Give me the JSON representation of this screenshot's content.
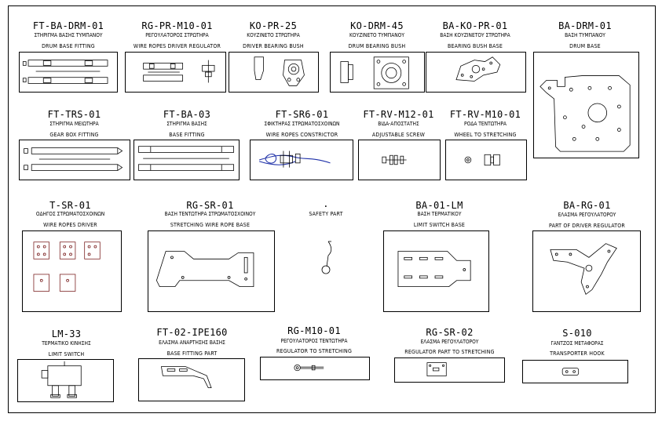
{
  "parts": [
    {
      "id": "ft-ba-drm-01",
      "code": "FT-BA-DRM-01",
      "greek": "ΣΤΗΡΙΓΜΑ ΒΑΣΗΣ ΤΥΜΠΑΝΟΥ",
      "english": "DRUM BASE FITTING",
      "icon": "drum-base-fitting-drawing"
    },
    {
      "id": "rg-pr-m10-01",
      "code": "RG-PR-M10-01",
      "greek": "ΡΕΓΟΥΛΑΤΟΡΟΣ ΣΤΡΩΤΗΡΑ",
      "english": "WIRE ROPES DRIVER REGULATOR",
      "icon": "wire-ropes-driver-regulator-drawing"
    },
    {
      "id": "ko-pr-25",
      "code": "KO-PR-25",
      "greek": "ΚΟΥΖΙΝΕΤΟ ΣΤΡΩΤΗΡΑ",
      "english": "DRIVER BEARING BUSH",
      "icon": "driver-bearing-bush-drawing"
    },
    {
      "id": "ko-drm-45",
      "code": "KO-DRM-45",
      "greek": "ΚΟΥΖΙΝΕΤΟ ΤΥΜΠΑΝΟΥ",
      "english": "DRUM BEARING BUSH",
      "icon": "drum-bearing-bush-drawing"
    },
    {
      "id": "ba-ko-pr-01",
      "code": "BA-KO-PR-01",
      "greek": "ΒΑΣΗ ΚΟΥΖΙΝΕΤΟΥ ΣΤΡΩΤΗΡΑ",
      "english": "BEARING BUSH BASE",
      "icon": "bearing-bush-base-drawing"
    },
    {
      "id": "ba-drm-01",
      "code": "BA-DRM-01",
      "greek": "ΒΑΣΗ ΤΥΜΠΑΝΟΥ",
      "english": "DRUM BASE",
      "icon": "drum-base-drawing"
    },
    {
      "id": "ft-trs-01",
      "code": "FT-TRS-01",
      "greek": "ΣΤΗΡΙΓΜΑ ΜΕΙΩΤΗΡΑ",
      "english": "GEAR BOX FITTING",
      "icon": "gear-box-fitting-drawing"
    },
    {
      "id": "ft-ba-03",
      "code": "FT-BA-03",
      "greek": "ΣΤΗΡΙΓΜΑ ΒΑΣΗΣ",
      "english": "BASE FITTING",
      "icon": "base-fitting-drawing"
    },
    {
      "id": "ft-sr6-01",
      "code": "FT-SR6-01",
      "greek": "ΣΦΙΚΤΗΡΑΣ ΣΤΡΩΜΑΤΟΣΧΟΙΝΩΝ",
      "english": "WIRE ROPES CONSTRICTOR",
      "icon": "wire-ropes-constrictor-drawing"
    },
    {
      "id": "ft-rv-m12-01",
      "code": "FT-RV-M12-01",
      "greek": "ΒΙΔΑ-ΑΠΟΣΤΑΤΗΣ",
      "english": "ADJUSTABLE SCREW",
      "icon": "adjustable-screw-drawing"
    },
    {
      "id": "ft-rv-m10-01",
      "code": "FT-RV-M10-01",
      "greek": "ΡΟΔΑ ΤΕΝΤΩΤΗΡΑ",
      "english": "WHEEL TO STRETCHING",
      "icon": "stretching-wheel-drawing"
    },
    {
      "id": "t-sr-01",
      "code": "T-SR-01",
      "greek": "ΟΔΗΓΟΣ ΣΤΡΩΜΑΤΟΣΧΟΙΝΩΝ",
      "english": "WIRE ROPES DRIVER",
      "icon": "wire-ropes-driver-drawing"
    },
    {
      "id": "rg-sr-01",
      "code": "RG-SR-01",
      "greek": "ΒΑΣΗ ΤΕΝΤΩΤΗΡΑ ΣΤΡΩΜΑΤΟΣΧΟΙΝΟΥ",
      "english": "STRETCHING WIRE ROPE BASE",
      "icon": "stretching-wire-rope-base-drawing"
    },
    {
      "id": "safety",
      "code": ".",
      "greek": "",
      "english": "SAFETY PART",
      "icon": "safety-part-drawing"
    },
    {
      "id": "ba-01-lm",
      "code": "BA-01-LM",
      "greek": "ΒΑΣΗ ΤΕΡΜΑΤΙΚΟΥ",
      "english": "LIMIT SWITCH BASE",
      "icon": "limit-switch-base-drawing"
    },
    {
      "id": "ba-rg-01",
      "code": "BA-RG-01",
      "greek": "ΕΛΑΣΜΑ ΡΕΓΟΥΛΑΤΟΡΟΥ",
      "english": "PART OF DRIVER REGULATOR",
      "icon": "driver-regulator-plate-drawing"
    },
    {
      "id": "lm-33",
      "code": "LM-33",
      "greek": "ΤΕΡΜΑΤΙΚΟ ΚΙΝΗΣΗΣ",
      "english": "LIMIT SWITCH",
      "icon": "limit-switch-drawing"
    },
    {
      "id": "ft-02-ipe160",
      "code": "FT-02-IPE160",
      "greek": "ΕΛΑΣΜΑ ΑΝΑΡΤΗΣΗΣ ΒΑΣΗΣ",
      "english": "BASE FITTING PART",
      "icon": "base-fitting-part-drawing"
    },
    {
      "id": "rg-m10-01",
      "code": "RG-M10-01",
      "greek": "ΡΕΓΟΥΛΑΤΟΡΟΣ ΤΕΝΤΩΤΗΡΑ",
      "english": "REGULATOR TO STRETCHING",
      "icon": "stretching-regulator-drawing"
    },
    {
      "id": "rg-sr-02",
      "code": "RG-SR-02",
      "greek": "ΕΛΑΣΜΑ ΡΕΓΟΥΛΑΤΟΡΟΥ",
      "english": "REGULATOR PART TO STRETCHING",
      "icon": "stretching-regulator-plate-drawing"
    },
    {
      "id": "s-010",
      "code": "S-010",
      "greek": "ΓΑΝΤΖΟΣ ΜΕΤΑΦΟΡΑΣ",
      "english": "TRANSPORTER HOOK",
      "icon": "transporter-hook-drawing"
    }
  ],
  "colors": {
    "line": "#000000",
    "part_red": "#7a1f1f",
    "rope_blue": "#1d2fa8"
  }
}
